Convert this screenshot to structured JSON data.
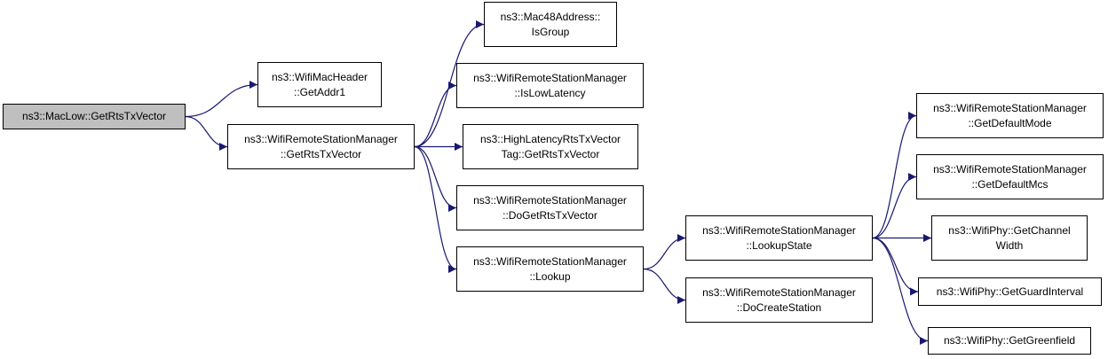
{
  "colors": {
    "edge": "#191970",
    "node_border": "#000000",
    "root_fill": "#bfbfbf",
    "node_fill": "#ffffff"
  },
  "nodes": {
    "root": {
      "lines": [
        "ns3::MacLow::GetRtsTxVector"
      ]
    },
    "get_addr1": {
      "lines": [
        "ns3::WifiMacHeader",
        "::GetAddr1"
      ]
    },
    "get_rts_tx_vector": {
      "lines": [
        "ns3::WifiRemoteStationManager",
        "::GetRtsTxVector"
      ]
    },
    "is_group": {
      "lines": [
        "ns3::Mac48Address::",
        "IsGroup"
      ]
    },
    "is_low_latency": {
      "lines": [
        "ns3::WifiRemoteStationManager",
        "::IsLowLatency"
      ]
    },
    "high_latency_tag": {
      "lines": [
        "ns3::HighLatencyRtsTxVector",
        "Tag::GetRtsTxVector"
      ]
    },
    "do_get_rts_tx_vector": {
      "lines": [
        "ns3::WifiRemoteStationManager",
        "::DoGetRtsTxVector"
      ]
    },
    "lookup": {
      "lines": [
        "ns3::WifiRemoteStationManager",
        "::Lookup"
      ]
    },
    "lookup_state": {
      "lines": [
        "ns3::WifiRemoteStationManager",
        "::LookupState"
      ]
    },
    "do_create_station": {
      "lines": [
        "ns3::WifiRemoteStationManager",
        "::DoCreateStation"
      ]
    },
    "get_default_mode": {
      "lines": [
        "ns3::WifiRemoteStationManager",
        "::GetDefaultMode"
      ]
    },
    "get_default_mcs": {
      "lines": [
        "ns3::WifiRemoteStationManager",
        "::GetDefaultMcs"
      ]
    },
    "get_channel_width": {
      "lines": [
        "ns3::WifiPhy::GetChannel",
        "Width"
      ]
    },
    "get_guard_interval": {
      "lines": [
        "ns3::WifiPhy::GetGuardInterval"
      ]
    },
    "get_greenfield": {
      "lines": [
        "ns3::WifiPhy::GetGreenfield"
      ]
    }
  },
  "edges": [
    [
      "root",
      "get_addr1"
    ],
    [
      "root",
      "get_rts_tx_vector"
    ],
    [
      "get_rts_tx_vector",
      "is_group"
    ],
    [
      "get_rts_tx_vector",
      "is_low_latency"
    ],
    [
      "get_rts_tx_vector",
      "high_latency_tag"
    ],
    [
      "get_rts_tx_vector",
      "do_get_rts_tx_vector"
    ],
    [
      "get_rts_tx_vector",
      "lookup"
    ],
    [
      "lookup",
      "lookup_state"
    ],
    [
      "lookup",
      "do_create_station"
    ],
    [
      "lookup_state",
      "get_default_mode"
    ],
    [
      "lookup_state",
      "get_default_mcs"
    ],
    [
      "lookup_state",
      "get_channel_width"
    ],
    [
      "lookup_state",
      "get_guard_interval"
    ],
    [
      "lookup_state",
      "get_greenfield"
    ]
  ]
}
